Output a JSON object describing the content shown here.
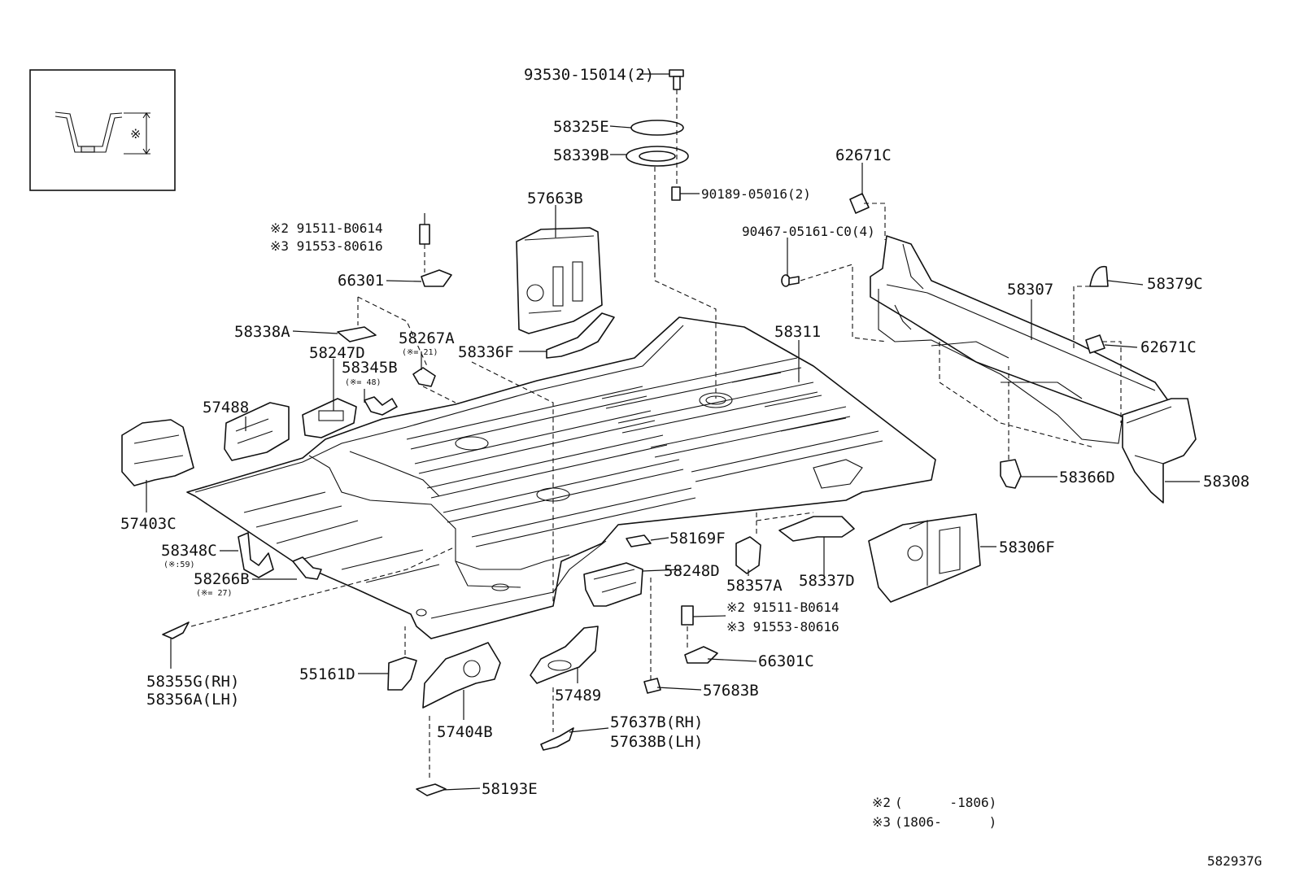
{
  "figure_id": "582937G",
  "inset": {
    "mark": "※"
  },
  "notes": [
    {
      "mark": "※2",
      "range": "(      -1806)"
    },
    {
      "mark": "※3",
      "range": "(1806-      )"
    }
  ],
  "labels": {
    "p93530": "93530-15014(2)",
    "p58325E": "58325E",
    "p58339B": "58339B",
    "p90189": "90189-05016(2)",
    "p57663B": "57663B",
    "p62671C_top": "62671C",
    "p90467": "90467-05161-C0(4)",
    "p91511_top": "※2 91511-B0614",
    "p91553_top": "※3 91553-80616",
    "p66301": "66301",
    "p58338A": "58338A",
    "p58267A": "58267A",
    "p58267A_note": "(※= 21)",
    "p58336F": "58336F",
    "p58311": "58311",
    "p58307": "58307",
    "p58379C": "58379C",
    "p62671C_right": "62671C",
    "p58247D": "58247D",
    "p58345B": "58345B",
    "p58345B_note": "(※= 48)",
    "p57488": "57488",
    "p57403C": "57403C",
    "p58366D": "58366D",
    "p58308": "58308",
    "p58348C": "58348C",
    "p58348C_note": "(※:59)",
    "p58266B": "58266B",
    "p58266B_note": "(※= 27)",
    "p58169F": "58169F",
    "p58306F": "58306F",
    "p58248D": "58248D",
    "p58357A": "58357A",
    "p58337D": "58337D",
    "p91511_bot": "※2 91511-B0614",
    "p91553_bot": "※3 91553-80616",
    "p66301C": "66301C",
    "p58355G": "58355G(RH)",
    "p58356A": "58356A(LH)",
    "p55161D": "55161D",
    "p57489": "57489",
    "p57683B": "57683B",
    "p57404B": "57404B",
    "p57637B": "57637B(RH)",
    "p57638B": "57638B(LH)",
    "p58193E": "58193E"
  }
}
